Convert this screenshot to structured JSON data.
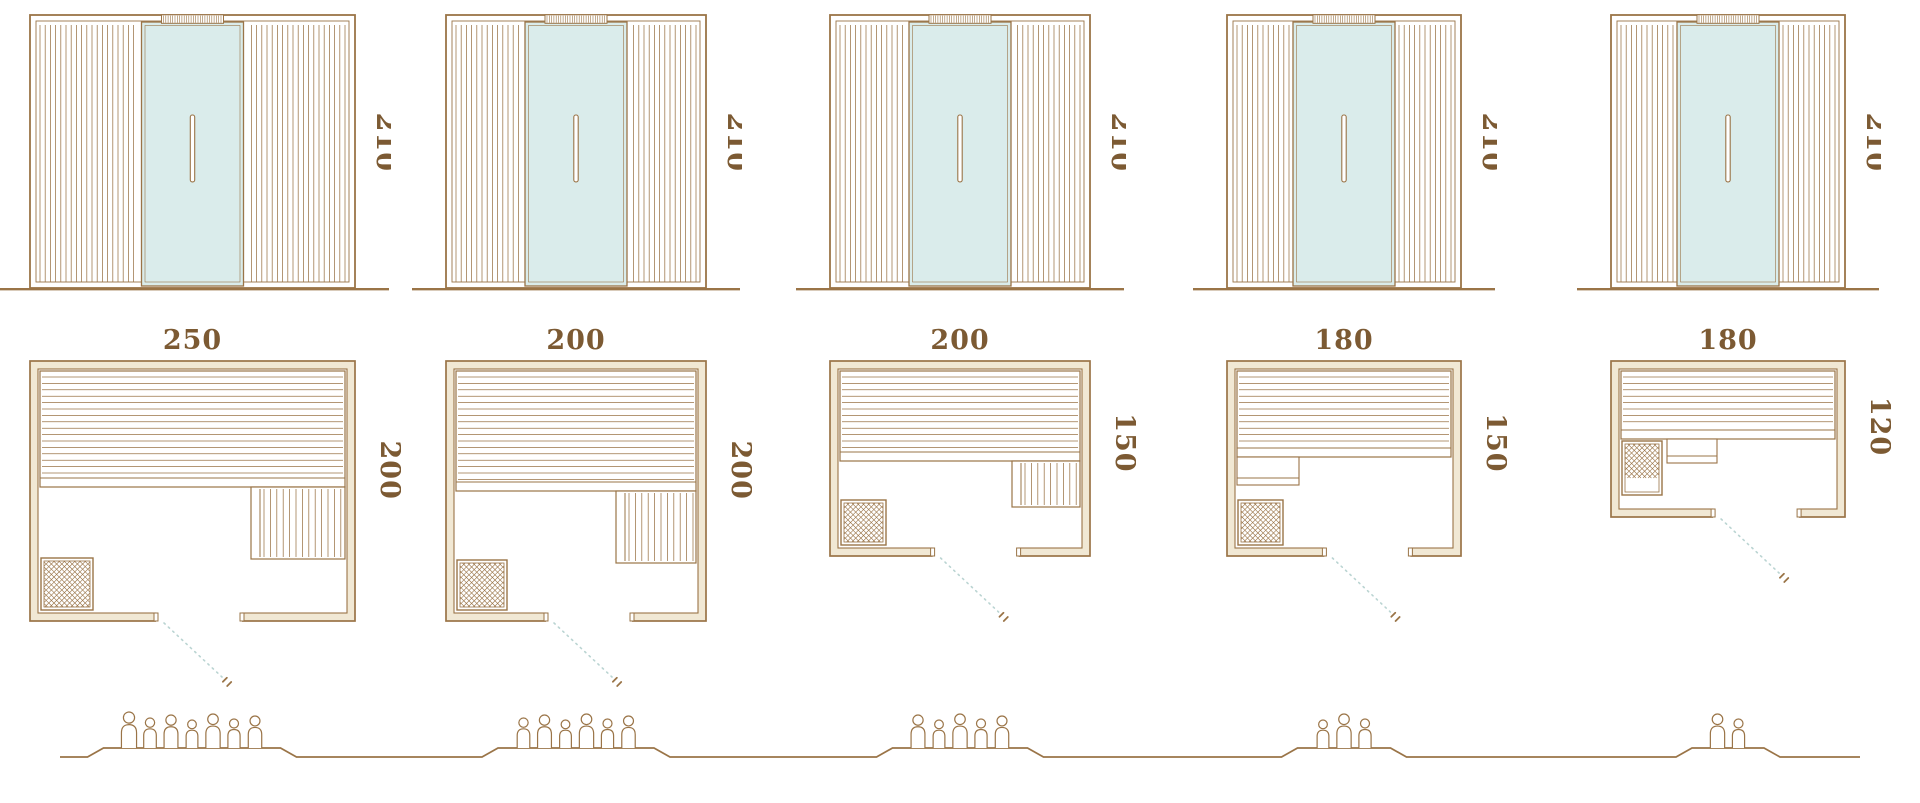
{
  "page": {
    "background": "#ffffff"
  },
  "colors": {
    "line": "#9a7447",
    "text": "#7c5a33",
    "glass": "#daeceb",
    "wall_fill": "#f1e8d4",
    "swing": "#bad4d2"
  },
  "models": [
    {
      "name": "sauna-250x200",
      "width_cm": 250,
      "depth_cm": 200,
      "height_cm": 210,
      "width_label": "250",
      "depth_label": "200",
      "height_label": "210",
      "capacity": 7
    },
    {
      "name": "sauna-200x200",
      "width_cm": 200,
      "depth_cm": 200,
      "height_cm": 210,
      "width_label": "200",
      "depth_label": "200",
      "height_label": "210",
      "capacity": 6
    },
    {
      "name": "sauna-200x150",
      "width_cm": 200,
      "depth_cm": 150,
      "height_cm": 210,
      "width_label": "200",
      "depth_label": "150",
      "height_label": "210",
      "capacity": 5
    },
    {
      "name": "sauna-180x150",
      "width_cm": 180,
      "depth_cm": 150,
      "height_cm": 210,
      "width_label": "180",
      "depth_label": "150",
      "height_label": "210",
      "capacity": 3
    },
    {
      "name": "sauna-180x120",
      "width_cm": 180,
      "depth_cm": 120,
      "height_cm": 210,
      "width_label": "180",
      "depth_label": "120",
      "height_label": "210",
      "capacity": 2
    }
  ]
}
